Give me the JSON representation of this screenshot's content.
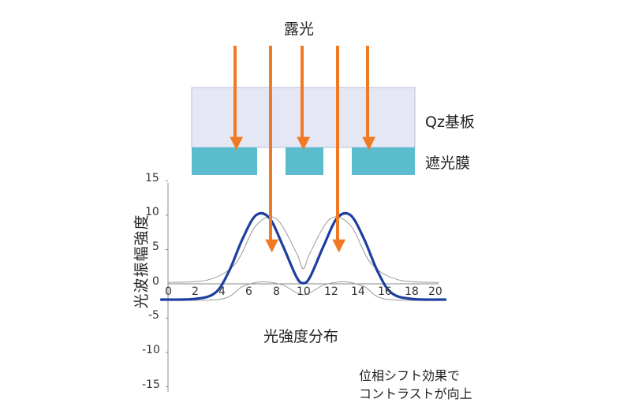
{
  "labels": {
    "exposure": "露光",
    "substrate": "Qz基板",
    "shading": "遮光膜",
    "yaxis": "光波振幅強度",
    "distribution": "光強度分布",
    "note_line1": "位相シフト効果で",
    "note_line2": "コントラストが向上"
  },
  "colors": {
    "arrow": "#f07a23",
    "substrate_fill": "#e5e7f5",
    "substrate_stroke": "#b9bddc",
    "film": "#5bbccd",
    "curve_blue": "#1c3fa0",
    "curve_gray": "#9a9a9a"
  },
  "chart_data": {
    "type": "line",
    "xlim": [
      0,
      20
    ],
    "ylim": [
      -15,
      15
    ],
    "x_ticks": [
      "0",
      "2",
      "4",
      "6",
      "8",
      "10",
      "12",
      "14",
      "16",
      "18",
      "20"
    ],
    "y_ticks": [
      "15",
      "10",
      "5",
      "0",
      "-5",
      "-10",
      "-15"
    ],
    "series": [
      {
        "style": "blue-thick",
        "x": [
          -0.5,
          2,
          3.5,
          4.5,
          5.5,
          6.5,
          7.5,
          8.5,
          9.5,
          10,
          10.5,
          11.5,
          12.5,
          13.5,
          14.5,
          15.5,
          16.5,
          18,
          20.5
        ],
        "y": [
          -2.3,
          -2.2,
          -1.3,
          1.8,
          6.5,
          10,
          9.6,
          5.5,
          1,
          0.1,
          1,
          5.5,
          9.6,
          10,
          6.5,
          1.8,
          -1.3,
          -2.2,
          -2.3
        ]
      },
      {
        "style": "gray-thin",
        "x": [
          0,
          3,
          5,
          6.5,
          8,
          9.5,
          10,
          10.5,
          12,
          13.5,
          15,
          17,
          20
        ],
        "y": [
          0.2,
          0.6,
          3,
          8.5,
          9.5,
          4.5,
          2.2,
          4.5,
          9.5,
          8.5,
          3,
          0.6,
          0.2
        ]
      },
      {
        "style": "gray-thin",
        "x": [
          0,
          4,
          5.5,
          7,
          8.5,
          10,
          11.5,
          13,
          14.5,
          16,
          20
        ],
        "y": [
          -2.4,
          -2.2,
          -0.4,
          0.3,
          -0.2,
          -1.6,
          -0.2,
          0.3,
          -0.4,
          -2.2,
          -2.4
        ]
      }
    ]
  }
}
